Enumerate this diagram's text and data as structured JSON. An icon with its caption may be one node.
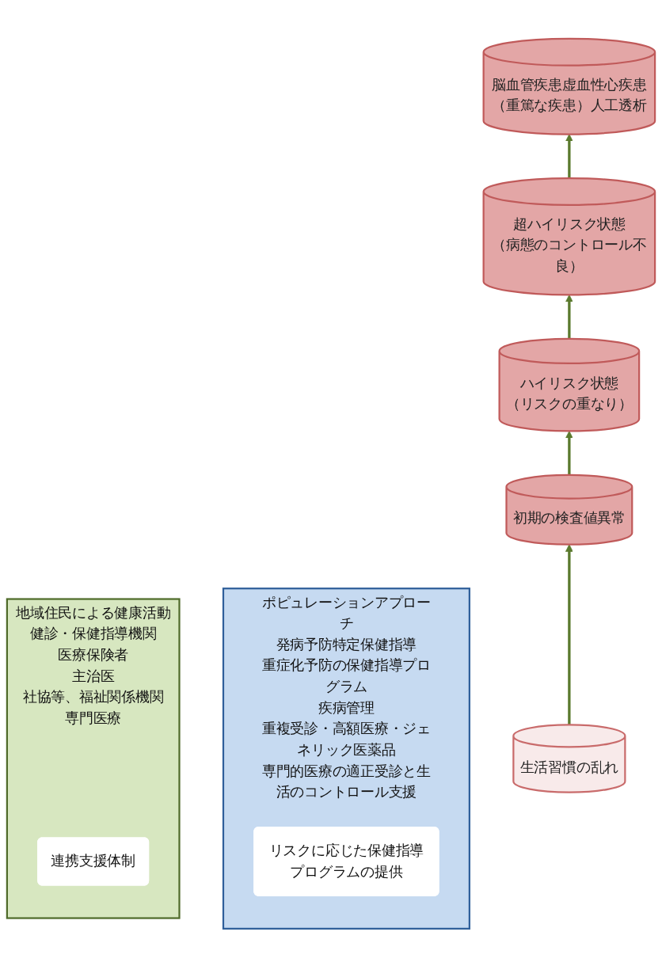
{
  "diagram": {
    "nodes": [
      {
        "text": [
          "生活習慣の乱れ"
        ]
      },
      {
        "text": [
          "初期の検査値異常"
        ]
      },
      {
        "text": [
          "ハイリスク状態",
          "（リスクの重なり）"
        ]
      },
      {
        "text": [
          "超ハイリスク状態",
          "（病態のコントロール不良）"
        ]
      },
      {
        "text": [
          "脳血管疾患虚血性心疾患（重篤な疾患）人工透析"
        ]
      },
      {
        "text": [
          "ポピュレーションアプローチ",
          "発病予防特定保健指導",
          "重症化予防の保健指導プログラム",
          "疾病管理",
          "重複受診・高額医療・ジェネリック医薬品",
          "専門的医療の適正受診と生活のコントロール支援"
        ]
      },
      {
        "text": [
          "リスクに応じた保健指導プログラムの提供"
        ],
        "in": 5
      },
      {
        "text": [
          "地域住民による健康活動",
          "健診・保健指導機関",
          "医療保険者",
          "主治医",
          "社協等、福祉関係機関",
          "専門医療"
        ]
      },
      {
        "text": [
          "連携支援体制"
        ],
        "in": 7
      }
    ],
    "edges": [
      {
        "from": 0,
        "to": 1,
        "arrow": "to"
      },
      {
        "from": 1,
        "to": 2,
        "arrow": "to"
      },
      {
        "from": 2,
        "to": 3,
        "arrow": "to"
      },
      {
        "from": 3,
        "to": 4,
        "arrow": "to"
      }
    ]
  }
}
